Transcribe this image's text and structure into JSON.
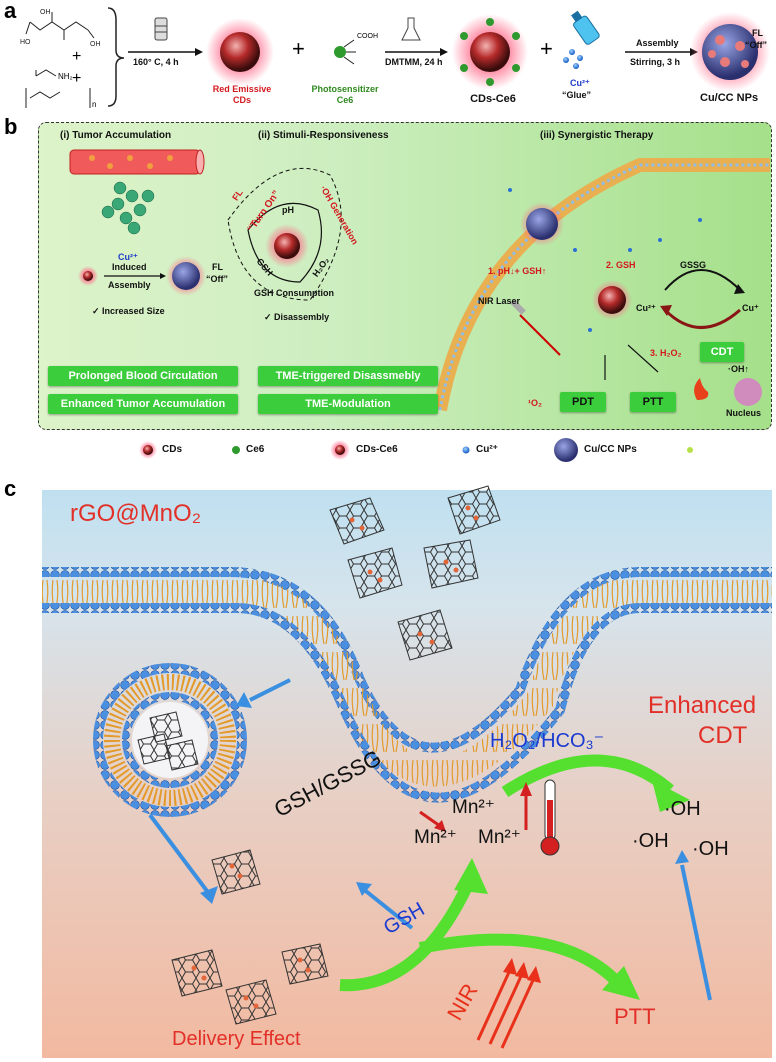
{
  "panel_a": {
    "letter": "a",
    "step1_condition": "160° C, 4 h",
    "cds_label_line1": "Red Emissive",
    "cds_label_line2": "CDs",
    "ps_label_line1": "Photosensitizer",
    "ps_label_line2": "Ce6",
    "step2_condition": "DMTMM, 24 h",
    "cds_ce6_label": "CDs-Ce6",
    "cu_label": "Cu²⁺",
    "glue_label": "“Glue”",
    "assembly_label": "Assembly",
    "stirring_label": "Stirring, 3 h",
    "product_label": "Cu/CC NPs",
    "fl_label": "FL",
    "off_label": "“Off”",
    "plus": "+",
    "nh2": "NH₂",
    "cooh": "COOH",
    "n_label": "n"
  },
  "panel_b": {
    "letter": "b",
    "section1_title": "(i) Tumor Accumulation",
    "section2_title": "(ii) Stimuli-Responsiveness",
    "section3_title": "(iii) Synergistic Therapy",
    "cu_induced": "Cu²⁺",
    "induced": "Induced",
    "assembly": "Assembly",
    "fl": "FL",
    "off": "“Off”",
    "increased_size": "✓ Increased Size",
    "disassembly": "✓ Disassembly",
    "ph": "pH",
    "turn_on": "“Turn On”",
    "fl2": "FL",
    "oh_generation": "·OH Generation",
    "gsh": "GSH",
    "h2o2": "H₂O₂",
    "gsh_consumption": "GSH Consumption",
    "step1": "1. pH↓+ GSH↑",
    "nir_laser": "NIR Laser",
    "step2": "2. GSH",
    "gssg": "GSSG",
    "cu2": "Cu²⁺",
    "cu1": "Cu⁺",
    "step3": "3. H₂O₂",
    "cdt": "CDT",
    "oh": "·OH↑",
    "pdt": "PDT",
    "ptt": "PTT",
    "nucleus": "Nucleus",
    "o2": "¹O₂",
    "box1": "Prolonged Blood Circulation",
    "box2": "Enhanced Tumor Accumulation",
    "box3": "TME-triggered Disassmebly",
    "box4": "TME-Modulation",
    "legend": [
      "CDs",
      "Ce6",
      "CDs-Ce6",
      "Cu²⁺",
      "Cu/CC NPs"
    ]
  },
  "panel_c": {
    "letter": "c",
    "title": "rGO@MnO₂",
    "enhanced": "Enhanced",
    "cdt": "CDT",
    "h2o2_hco3": "H₂O₂/HCO₃⁻",
    "oh1": "·OH",
    "oh2": "·OH",
    "oh3": "·OH",
    "mn1": "Mn²⁺",
    "mn2": "Mn²⁺",
    "mn3": "Mn²⁺",
    "gsh_gssg": "GSH/GSSG",
    "gsh": "GSH",
    "nir": "NIR",
    "ptt": "PTT",
    "delivery_effect": "Delivery Effect"
  }
}
